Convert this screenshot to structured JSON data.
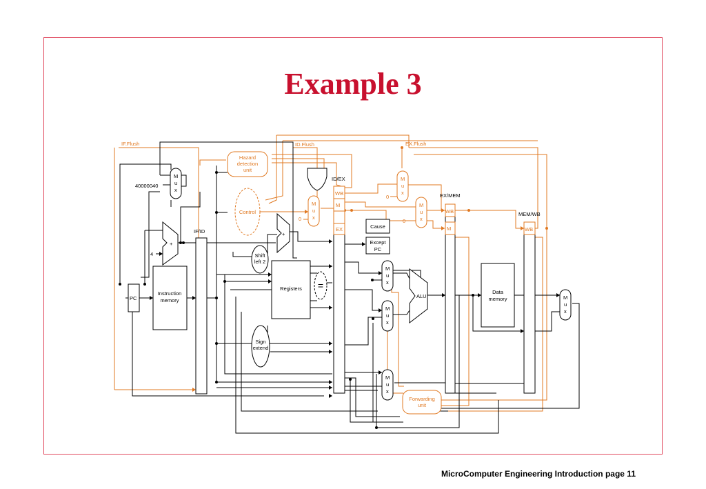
{
  "slide": {
    "title": "Example 3",
    "footer": "MicroComputer Engineering Introduction page 11"
  },
  "diagram": {
    "flush_signals": {
      "if": "IF.Flush",
      "id": "ID.Flush",
      "ex": "EX.Flush"
    },
    "pipeline_registers": {
      "ifid": "IF/ID",
      "idex": "ID/EX",
      "exmem": "EX/MEM",
      "memwb": "MEM/WB"
    },
    "units": {
      "hazard_line1": "Hazard",
      "hazard_line2": "detection",
      "hazard_line3": "unit",
      "control": "Control",
      "forwarding_line1": "Forwarding",
      "forwarding_line2": "unit",
      "pc": "PC",
      "instr_mem_line1": "Instruction",
      "instr_mem_line2": "memory",
      "registers": "Registers",
      "alu": "ALU",
      "data_mem_line1": "Data",
      "data_mem_line2": "memory",
      "shift_line1": "Shift",
      "shift_line2": "left 2",
      "sign_line1": "Sign",
      "sign_line2": "extend",
      "cause": "Cause",
      "except_line1": "Except",
      "except_line2": "PC",
      "equals": "="
    },
    "mux_label": [
      "M",
      "u",
      "x"
    ],
    "control_fields": {
      "wb": "WB",
      "m": "M",
      "ex": "EX"
    },
    "constants": {
      "exception_address": "40000040",
      "four": "4",
      "zero": "0",
      "plus": "+"
    }
  },
  "colors": {
    "title": "#c8102e",
    "frame": "#e0485e",
    "control_path": "#e07820",
    "datapath": "#000000"
  }
}
